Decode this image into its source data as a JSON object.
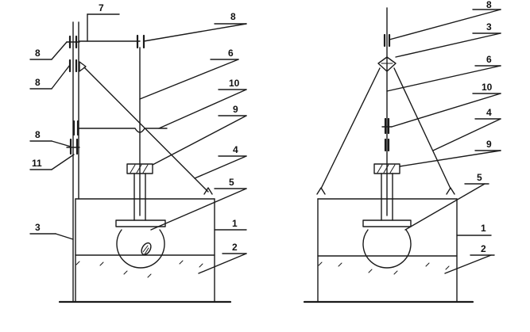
{
  "left_view": {
    "labels": [
      "7",
      "8",
      "8",
      "6",
      "8",
      "10",
      "9",
      "8",
      "11",
      "4",
      "5",
      "3",
      "1",
      "2"
    ]
  },
  "right_view": {
    "labels": [
      "8",
      "3",
      "6",
      "10",
      "4",
      "9",
      "5",
      "1",
      "2"
    ]
  }
}
